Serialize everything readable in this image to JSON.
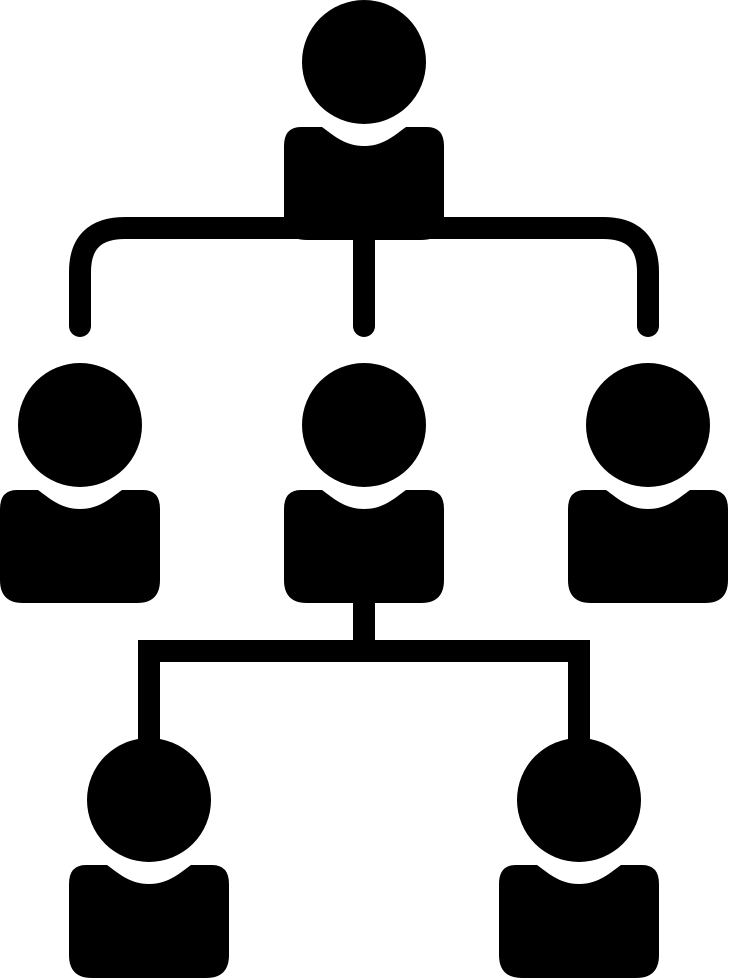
{
  "diagram": {
    "kind": "org-chart-hierarchy",
    "icon": "person-icon",
    "colors": {
      "foreground": "#000000",
      "background": "#ffffff"
    },
    "levels": [
      {
        "level": 1,
        "people": 1
      },
      {
        "level": 2,
        "people": 3
      },
      {
        "level": 3,
        "people": 2
      }
    ],
    "connections": [
      {
        "from": "person-top",
        "to": "person-left"
      },
      {
        "from": "person-top",
        "to": "person-middle"
      },
      {
        "from": "person-top",
        "to": "person-right"
      },
      {
        "from": "person-middle",
        "to": "person-bottom-left"
      },
      {
        "from": "person-middle",
        "to": "person-bottom-right"
      }
    ]
  }
}
